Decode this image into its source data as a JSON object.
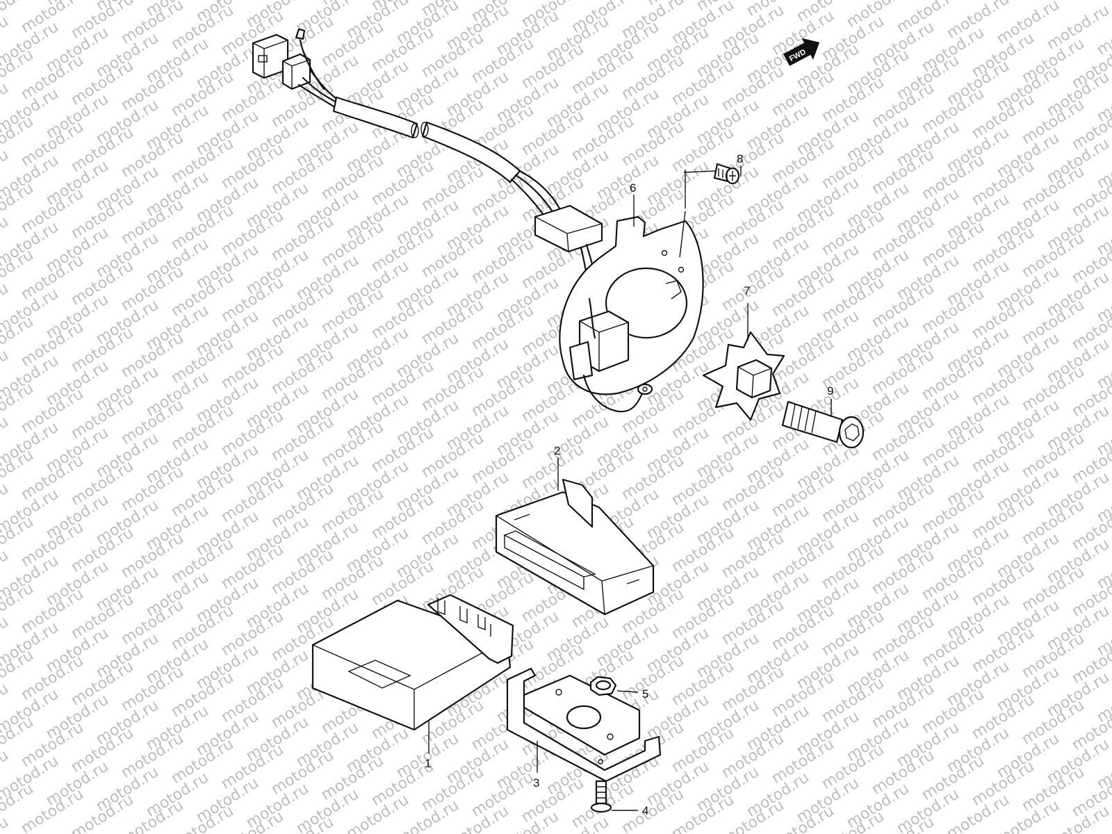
{
  "watermark": {
    "text": "motod.ru"
  },
  "direction_badge": {
    "label": "FWD"
  },
  "callouts": {
    "c1": "1",
    "c2": "2",
    "c3": "3",
    "c4": "4",
    "c5": "5",
    "c6": "6",
    "c7": "7",
    "c8": "8",
    "c9": "9"
  },
  "parts": [
    {
      "id": "1",
      "depiction": "electronic control unit box"
    },
    {
      "id": "2",
      "depiction": "rubber case / holder"
    },
    {
      "id": "3",
      "depiction": "mounting bracket"
    },
    {
      "id": "4",
      "depiction": "screw"
    },
    {
      "id": "5",
      "depiction": "nut"
    },
    {
      "id": "6",
      "depiction": "signal generator with lead wire"
    },
    {
      "id": "7",
      "depiction": "rotor"
    },
    {
      "id": "8",
      "depiction": "screw"
    },
    {
      "id": "9",
      "depiction": "bolt"
    }
  ],
  "colors": {
    "line": "#111111",
    "watermark": "#bdbdbd",
    "background": "#ffffff"
  }
}
